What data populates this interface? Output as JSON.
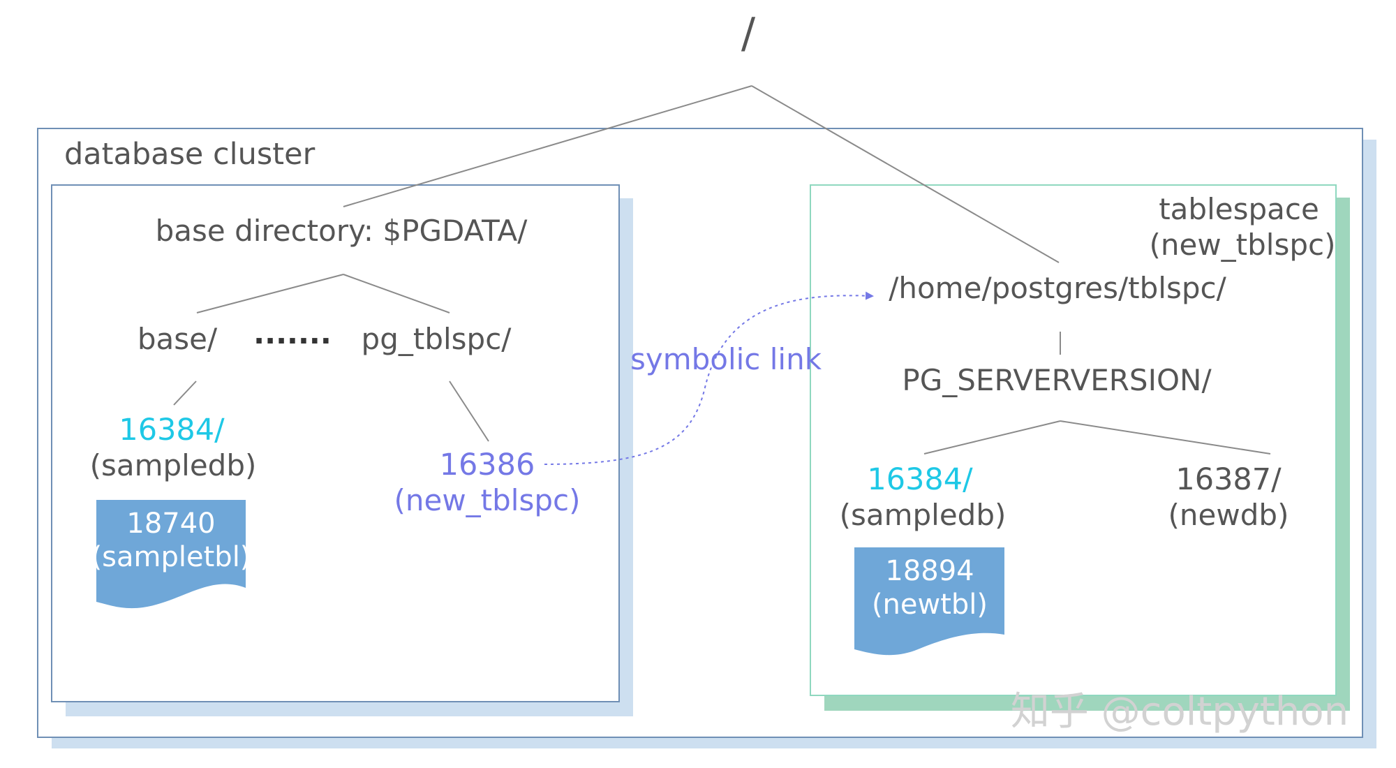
{
  "root": "/",
  "cluster": {
    "label": "database cluster",
    "base_directory": "base directory: $PGDATA/",
    "base_dir": "base/",
    "ellipsis": ".......",
    "pg_tblspc_dir": "pg_tblspc/",
    "db_oid": "16384/",
    "db_name": "(sampledb)",
    "table_oid": "18740",
    "table_name": "(sampletbl)",
    "link_oid": "16386",
    "link_name": "(new_tblspc)"
  },
  "symbolic_link": "symbolic link",
  "tablespace": {
    "label": "tablespace",
    "label_name": "(new_tblspc)",
    "path": "/home/postgres/tblspc/",
    "version_dir": "PG_SERVERVERSION/",
    "db1_oid": "16384/",
    "db1_name": "(sampledb)",
    "table_oid": "18894",
    "table_name": "(newtbl)",
    "db2_oid": "16387/",
    "db2_name": "(newdb)"
  },
  "watermark": "知乎 @coltpython",
  "colors": {
    "text": "#555555",
    "cyan": "#1ec8e6",
    "purple": "#7478e6",
    "table_fill": "#6fa7d8",
    "cluster_border": "#6f8fb5",
    "cluster_shadow": "#cddff0",
    "tablespace_border": "#8fd8bf",
    "tablespace_shadow": "#9fd6bd"
  }
}
